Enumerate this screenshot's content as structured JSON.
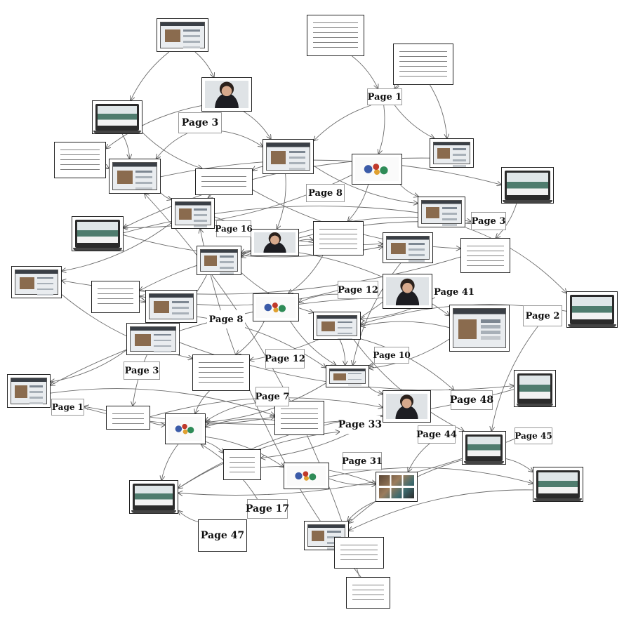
{
  "nodes": [
    {
      "id": "n1",
      "kind": "screen"
    },
    {
      "id": "n2",
      "kind": "doc"
    },
    {
      "id": "n3",
      "kind": "doc"
    },
    {
      "id": "n4",
      "kind": "photo"
    },
    {
      "id": "n5",
      "kind": "laptop"
    },
    {
      "id": "n6",
      "kind": "doc"
    },
    {
      "id": "n7",
      "kind": "screen"
    },
    {
      "id": "n8",
      "kind": "screen"
    },
    {
      "id": "n9",
      "kind": "circles"
    },
    {
      "id": "n10",
      "kind": "screen"
    },
    {
      "id": "n11",
      "kind": "doc"
    },
    {
      "id": "n12",
      "kind": "laptop"
    },
    {
      "id": "n13",
      "kind": "screen"
    },
    {
      "id": "n14",
      "kind": "screen"
    },
    {
      "id": "n15",
      "kind": "laptop"
    },
    {
      "id": "n16",
      "kind": "photo"
    },
    {
      "id": "n17",
      "kind": "doc"
    },
    {
      "id": "n18",
      "kind": "screen"
    },
    {
      "id": "n19",
      "kind": "doc"
    },
    {
      "id": "n20",
      "kind": "screen"
    },
    {
      "id": "n21",
      "kind": "screen"
    },
    {
      "id": "n22",
      "kind": "doc"
    },
    {
      "id": "n23",
      "kind": "photo"
    },
    {
      "id": "n24",
      "kind": "laptop"
    },
    {
      "id": "n25",
      "kind": "screen"
    },
    {
      "id": "n26",
      "kind": "circles"
    },
    {
      "id": "n27",
      "kind": "screen"
    },
    {
      "id": "n28",
      "kind": "screen"
    },
    {
      "id": "n29",
      "kind": "doc"
    },
    {
      "id": "n30",
      "kind": "screen"
    },
    {
      "id": "n31",
      "kind": "screen"
    },
    {
      "id": "n32",
      "kind": "screen"
    },
    {
      "id": "n33",
      "kind": "doc"
    },
    {
      "id": "n34",
      "kind": "doc"
    },
    {
      "id": "n35",
      "kind": "laptop"
    },
    {
      "id": "n36",
      "kind": "photo"
    },
    {
      "id": "n37",
      "kind": "doc"
    },
    {
      "id": "n38",
      "kind": "laptop"
    },
    {
      "id": "n39",
      "kind": "laptop"
    },
    {
      "id": "n40",
      "kind": "circles"
    },
    {
      "id": "n41",
      "kind": "grid"
    },
    {
      "id": "n42",
      "kind": "laptop"
    },
    {
      "id": "n43",
      "kind": "photo"
    },
    {
      "id": "n44",
      "kind": "doc"
    },
    {
      "id": "n45",
      "kind": "doc"
    },
    {
      "id": "n46",
      "kind": "screen"
    }
  ],
  "labels": [
    {
      "id": "page-1-top",
      "text": "Page 1"
    },
    {
      "id": "page-3-upper",
      "text": "Page 3"
    },
    {
      "id": "page-8-upper",
      "text": "Page 8"
    },
    {
      "id": "page-16",
      "text": "Page 16"
    },
    {
      "id": "page-3-right",
      "text": "Page 3"
    },
    {
      "id": "page-12-upper",
      "text": "Page 12"
    },
    {
      "id": "page-41",
      "text": "Page 41"
    },
    {
      "id": "page-2",
      "text": "Page 2"
    },
    {
      "id": "page-8-mid",
      "text": "Page 8"
    },
    {
      "id": "page-3-left",
      "text": "Page 3"
    },
    {
      "id": "page-12-mid",
      "text": "Page 12"
    },
    {
      "id": "page-10",
      "text": "Page 10"
    },
    {
      "id": "page-1-left",
      "text": "Page 1"
    },
    {
      "id": "page-7",
      "text": "Page 7"
    },
    {
      "id": "page-48",
      "text": "Page 48"
    },
    {
      "id": "page-33",
      "text": "Page 33"
    },
    {
      "id": "page-44",
      "text": "Page 44"
    },
    {
      "id": "page-45",
      "text": "Page 45"
    },
    {
      "id": "page-31",
      "text": "Page 31"
    },
    {
      "id": "page-17",
      "text": "Page 17"
    },
    {
      "id": "page-47",
      "text": "Page 47"
    }
  ],
  "edges": [
    [
      "n1",
      "n4"
    ],
    [
      "n1",
      "n5"
    ],
    [
      "n2",
      "page-1-top"
    ],
    [
      "n3",
      "page-1-top"
    ],
    [
      "n3",
      "n10"
    ],
    [
      "page-1-top",
      "n7"
    ],
    [
      "page-1-top",
      "n9"
    ],
    [
      "page-1-top",
      "n10"
    ],
    [
      "n4",
      "n7"
    ],
    [
      "n4",
      "n6"
    ],
    [
      "n5",
      "n8"
    ],
    [
      "n5",
      "n11"
    ],
    [
      "n6",
      "n8"
    ],
    [
      "n7",
      "n11"
    ],
    [
      "n7",
      "n16"
    ],
    [
      "n7",
      "n14"
    ],
    [
      "page-3-upper",
      "n7"
    ],
    [
      "page-3-upper",
      "n8"
    ],
    [
      "n8",
      "n12"
    ],
    [
      "n8",
      "n13"
    ],
    [
      "n9",
      "n17"
    ],
    [
      "n9",
      "n14"
    ],
    [
      "n9",
      "n15"
    ],
    [
      "n10",
      "n15"
    ],
    [
      "n11",
      "n13"
    ],
    [
      "n11",
      "n19"
    ],
    [
      "n12",
      "n19"
    ],
    [
      "n13",
      "n18"
    ],
    [
      "n13",
      "n21"
    ],
    [
      "n14",
      "n20"
    ],
    [
      "n14",
      "n24"
    ],
    [
      "n15",
      "n18"
    ],
    [
      "n15",
      "page-3-right"
    ],
    [
      "page-3-right",
      "n20"
    ],
    [
      "n16",
      "n17"
    ],
    [
      "n16",
      "n20"
    ],
    [
      "n16",
      "n27"
    ],
    [
      "n17",
      "n22"
    ],
    [
      "n17",
      "n26"
    ],
    [
      "n18",
      "n30"
    ],
    [
      "n19",
      "n21"
    ],
    [
      "n20",
      "n28"
    ],
    [
      "n20",
      "n29"
    ],
    [
      "n21",
      "n31"
    ],
    [
      "n22",
      "n25"
    ],
    [
      "n23",
      "n32"
    ],
    [
      "n23",
      "n31"
    ],
    [
      "n24",
      "n28"
    ],
    [
      "n25",
      "n30"
    ],
    [
      "n25",
      "n33"
    ],
    [
      "n26",
      "n31"
    ],
    [
      "n26",
      "n30"
    ],
    [
      "n27",
      "n30"
    ],
    [
      "n27",
      "n28"
    ],
    [
      "page-12-upper",
      "n22"
    ],
    [
      "page-12-upper",
      "n26"
    ],
    [
      "n28",
      "n30"
    ],
    [
      "n28",
      "n38"
    ],
    [
      "n28",
      "page-48"
    ],
    [
      "n29",
      "n35"
    ],
    [
      "n29",
      "n32"
    ],
    [
      "n30",
      "n36"
    ],
    [
      "n30",
      "n37"
    ],
    [
      "n31",
      "n37"
    ],
    [
      "n32",
      "n34"
    ],
    [
      "n33",
      "n37"
    ],
    [
      "n33",
      "n36"
    ],
    [
      "n34",
      "n34"
    ],
    [
      "n35",
      "page-1-left"
    ],
    [
      "page-1-left",
      "n34"
    ],
    [
      "n36",
      "n39"
    ],
    [
      "n36",
      "n42"
    ],
    [
      "n37",
      "n40"
    ],
    [
      "n37",
      "n42"
    ],
    [
      "n37",
      "n39"
    ],
    [
      "page-7",
      "n37"
    ],
    [
      "n38",
      "n43"
    ],
    [
      "n38",
      "n44"
    ],
    [
      "n39",
      "n41"
    ],
    [
      "page-44",
      "n41"
    ],
    [
      "page-45",
      "n42"
    ],
    [
      "n40",
      "n41"
    ],
    [
      "n40",
      "n43"
    ],
    [
      "n41",
      "n44"
    ],
    [
      "n42",
      "page-33"
    ],
    [
      "n43",
      "n44"
    ],
    [
      "n44",
      "n45"
    ],
    [
      "page-17",
      "n37"
    ],
    [
      "page-47",
      "n42"
    ],
    [
      "n46",
      "n8"
    ],
    [
      "n46",
      "n13"
    ],
    [
      "n34",
      "n37"
    ],
    [
      "page-41",
      "n28"
    ],
    [
      "page-2",
      "n38"
    ],
    [
      "page-10",
      "n30"
    ]
  ]
}
